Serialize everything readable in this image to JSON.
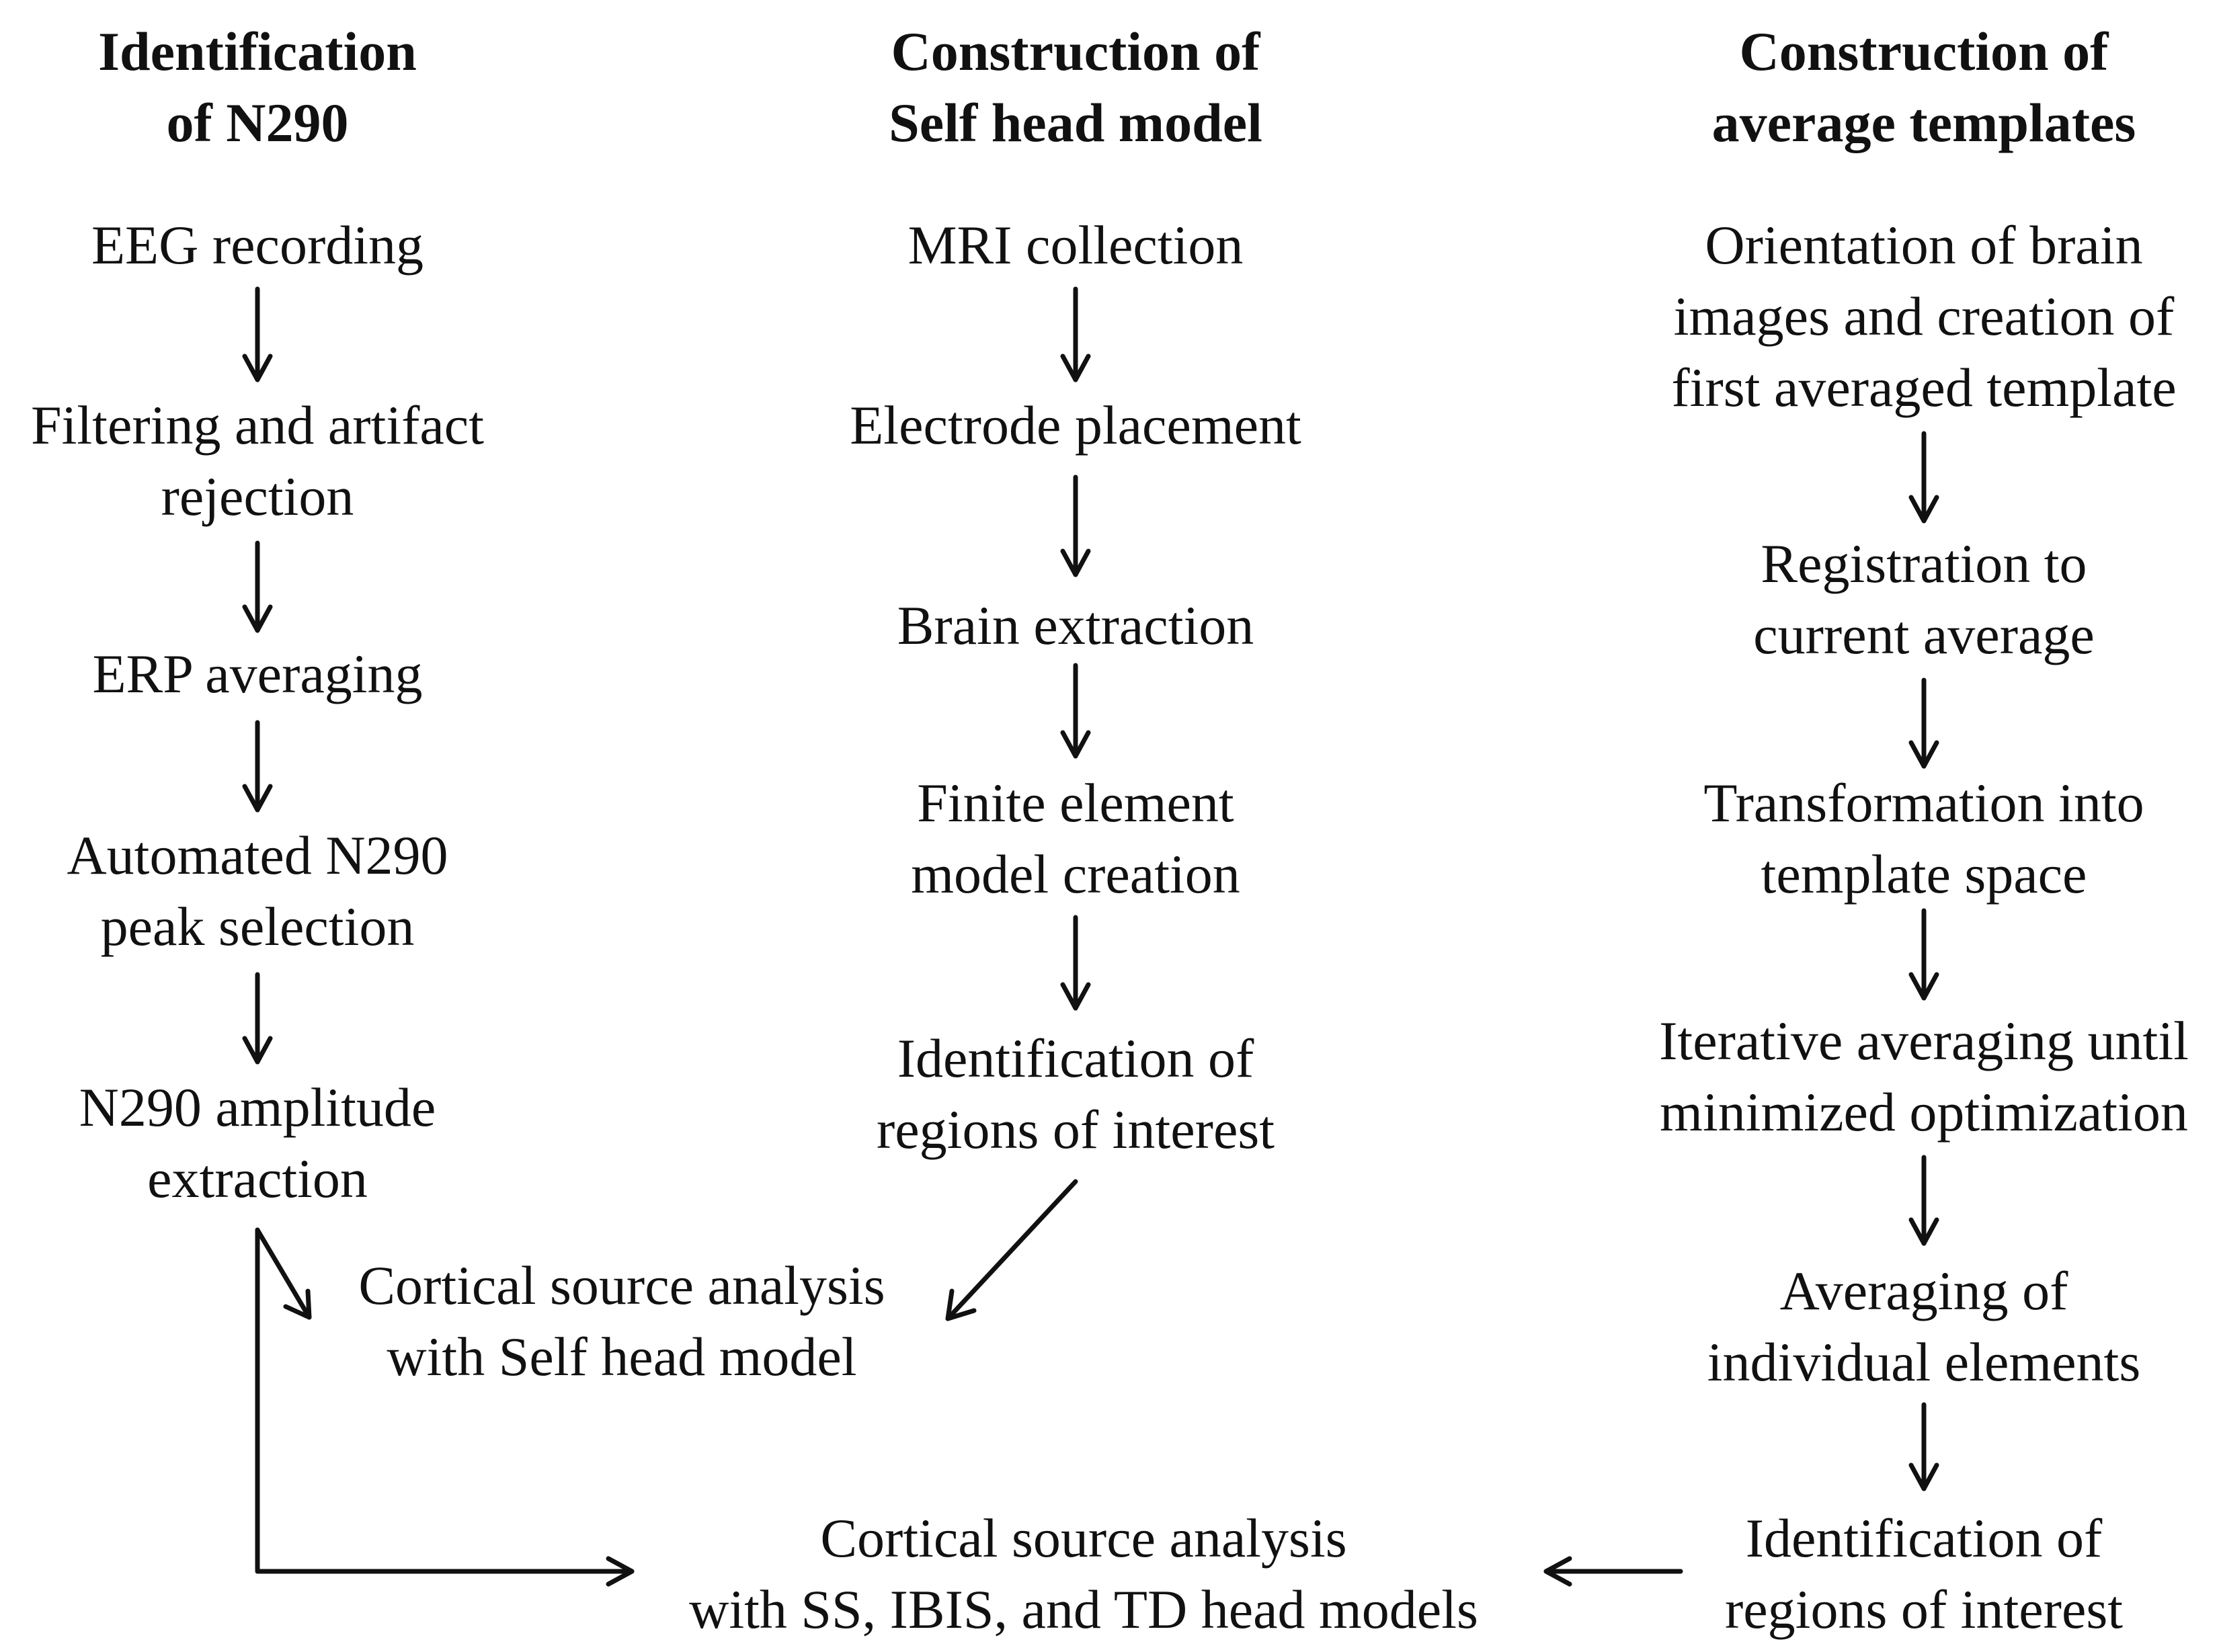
{
  "columns": {
    "n290": {
      "header": "Identification\nof N290",
      "steps": [
        "EEG recording",
        "Filtering and artifact\nrejection",
        "ERP averaging",
        "Automated N290\npeak selection",
        "N290 amplitude\nextraction"
      ]
    },
    "self": {
      "header": "Construction of\nSelf head model",
      "steps": [
        "MRI collection",
        "Electrode placement",
        "Brain extraction",
        "Finite element\nmodel creation",
        "Identification of\nregions of interest"
      ]
    },
    "templates": {
      "header": "Construction of\naverage templates",
      "steps": [
        "Orientation of brain\nimages and creation of\nfirst averaged template",
        "Registration to\ncurrent average",
        "Transformation into\ntemplate space",
        "Iterative averaging until\nminimized optimization",
        "Averaging of\nindividual elements",
        "Identification of\nregions of interest"
      ]
    }
  },
  "outputs": {
    "self_analysis": "Cortical source analysis\nwith Self head model",
    "template_analysis": "Cortical source analysis\nwith SS, IBIS, and TD head models"
  }
}
